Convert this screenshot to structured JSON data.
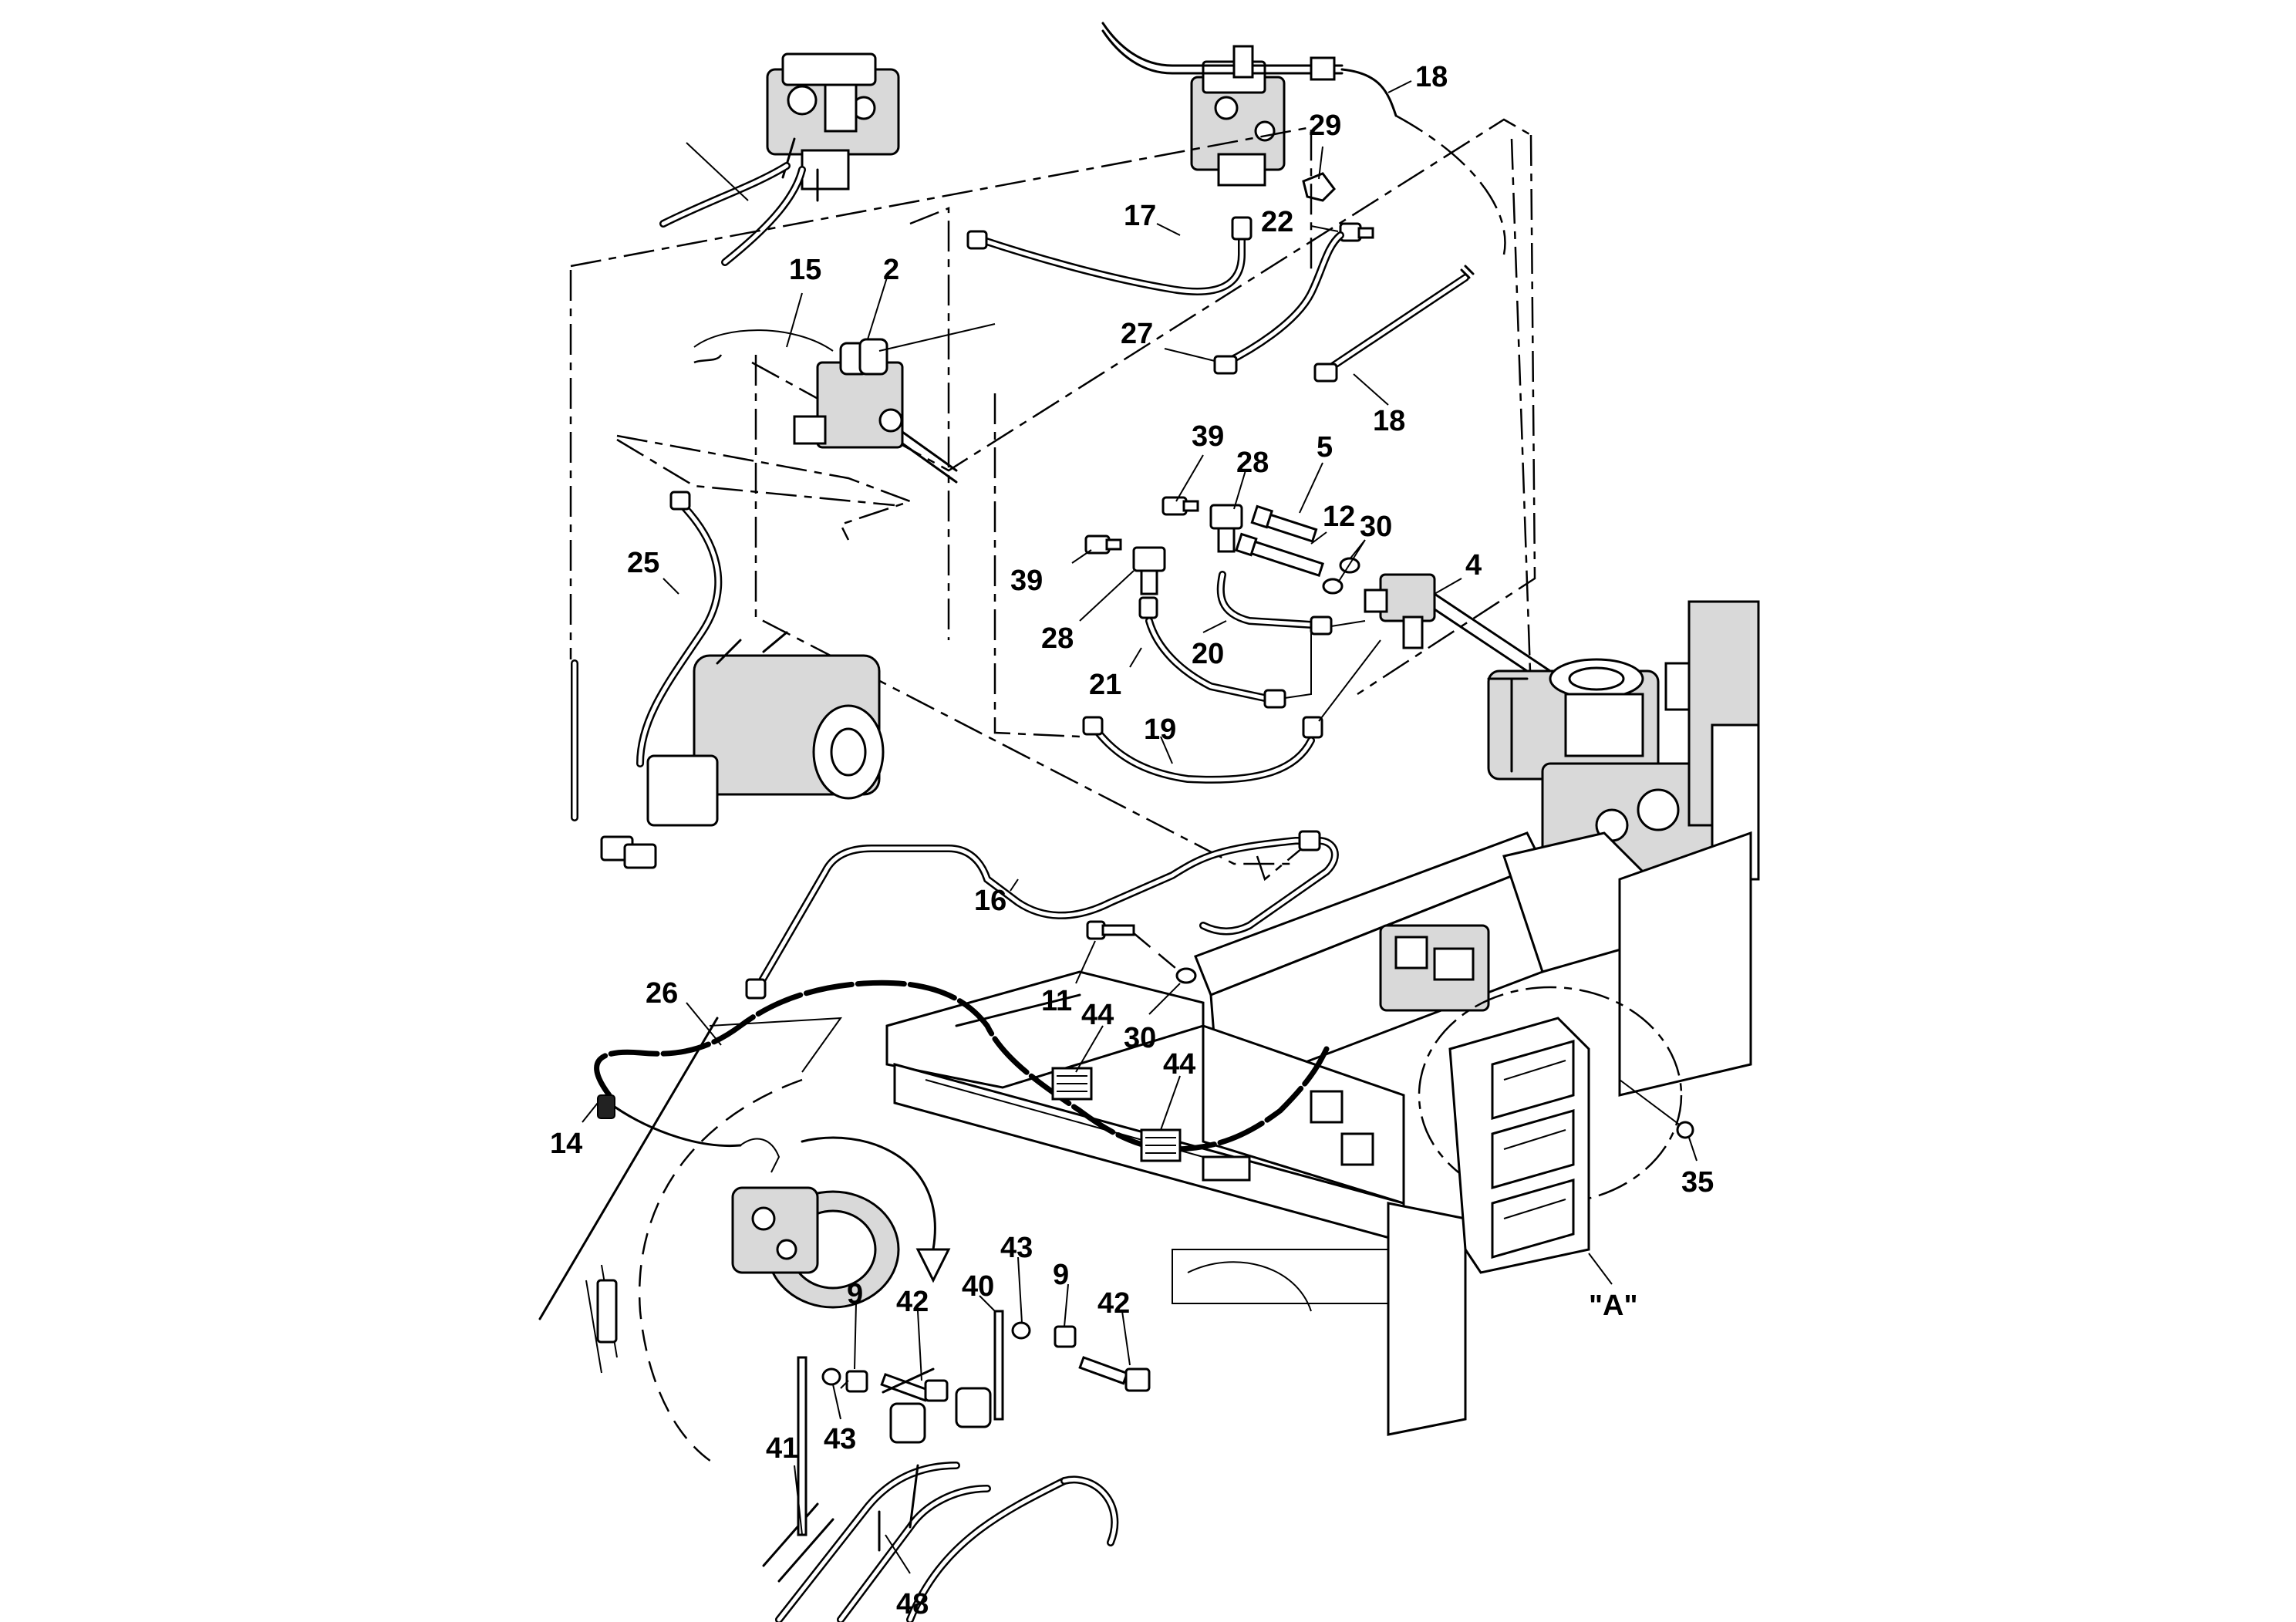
{
  "callouts": [
    {
      "id": "c18a",
      "text": "18"
    },
    {
      "id": "c29",
      "text": "29"
    },
    {
      "id": "c17",
      "text": "17"
    },
    {
      "id": "c22",
      "text": "22"
    },
    {
      "id": "c15",
      "text": "15"
    },
    {
      "id": "c2",
      "text": "2"
    },
    {
      "id": "c27",
      "text": "27"
    },
    {
      "id": "c18b",
      "text": "18"
    },
    {
      "id": "c39a",
      "text": "39"
    },
    {
      "id": "c28a",
      "text": "28"
    },
    {
      "id": "c5",
      "text": "5"
    },
    {
      "id": "c12",
      "text": "12"
    },
    {
      "id": "c30a",
      "text": "30"
    },
    {
      "id": "c25",
      "text": "25"
    },
    {
      "id": "c39b",
      "text": "39"
    },
    {
      "id": "c4",
      "text": "4"
    },
    {
      "id": "c28b",
      "text": "28"
    },
    {
      "id": "c20",
      "text": "20"
    },
    {
      "id": "c21",
      "text": "21"
    },
    {
      "id": "c19",
      "text": "19"
    },
    {
      "id": "c16",
      "text": "16"
    },
    {
      "id": "c11",
      "text": "11"
    },
    {
      "id": "c26",
      "text": "26"
    },
    {
      "id": "c44a",
      "text": "44"
    },
    {
      "id": "c30b",
      "text": "30"
    },
    {
      "id": "c44b",
      "text": "44"
    },
    {
      "id": "c14",
      "text": "14"
    },
    {
      "id": "c35",
      "text": "35"
    },
    {
      "id": "cA",
      "text": "\"A\""
    },
    {
      "id": "c43a",
      "text": "43"
    },
    {
      "id": "c9a",
      "text": "9"
    },
    {
      "id": "c40",
      "text": "40"
    },
    {
      "id": "c42a",
      "text": "42"
    },
    {
      "id": "c9b",
      "text": "9"
    },
    {
      "id": "c42b",
      "text": "42"
    },
    {
      "id": "c41",
      "text": "41"
    },
    {
      "id": "c43b",
      "text": "43"
    },
    {
      "id": "c48",
      "text": "48"
    }
  ]
}
